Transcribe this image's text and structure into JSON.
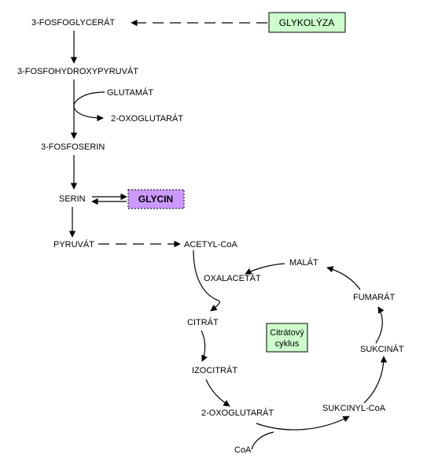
{
  "labels": {
    "phosphoglycerate": "3-FOSFOGLYCERÁT",
    "glycolysis": "GLYKOLÝZA",
    "phosphohydroxypyruvate": "3-FOSFOHYDROXYPYRUVÁT",
    "glutamate": "GLUTAMÁT",
    "oxoglutarate_top": "2-OXOGLUTARÁT",
    "phosphoserine": "3-FOSFOSERIN",
    "serine": "SERIN",
    "glycine": "GLYCIN",
    "pyruvate": "PYRUVÁT",
    "acetyl_coa": "ACETYL-CoA",
    "malate": "MALÁT",
    "oxaloacetate": "OXALACETÁT",
    "fumarate": "FUMARÁT",
    "citrate": "CITRÁT",
    "citric_cycle_line1": "Citrátový",
    "citric_cycle_line2": "cyklus",
    "succinate": "SUKCINÁT",
    "isocitrate": "IZOCITRÁT",
    "oxoglutarate_bottom": "2-OXOGLUTARÁT",
    "succinyl_coa": "SUKCINYL-CoA",
    "coa": "CoA"
  },
  "colors": {
    "green_box": "#ccffcc",
    "purple_box": "#cc99ff",
    "line": "#000000"
  }
}
